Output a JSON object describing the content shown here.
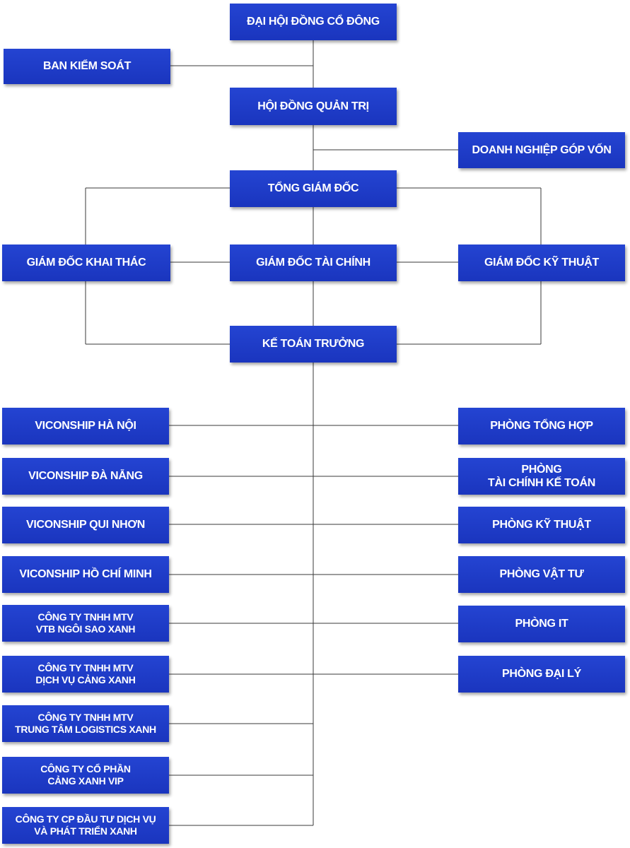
{
  "colors": {
    "box": "#1f3fcf",
    "text": "#ffffff",
    "line": "#3a3a3a"
  },
  "nodes": {
    "shareholders": "ĐẠI HỘI ĐỒNG CỔ ĐÔNG",
    "supervisory": "BAN KIỂM SOÁT",
    "board": "HỘI ĐỒNG QUẢN TRỊ",
    "investee": "DOANH NGHIỆP GÓP VỐN",
    "ceo": "TỔNG GIÁM ĐỐC",
    "operations_director": "GIÁM ĐỐC KHAI THÁC",
    "finance_director": "GIÁM ĐỐC TÀI CHÍNH",
    "technical_director": "GIÁM ĐỐC KỸ THUẬT",
    "chief_accountant": "KẾ TOÁN TRƯỞNG"
  },
  "branches": [
    "VICONSHIP HÀ NỘI",
    "VICONSHIP ĐÀ NẴNG",
    "VICONSHIP QUI NHƠN",
    "VICONSHIP HỒ CHÍ MINH",
    "CÔNG TY TNHH MTV\nVTB NGÔI SAO XANH",
    "CÔNG TY TNHH MTV\nDỊCH VỤ CẢNG XANH",
    "CÔNG TY TNHH MTV\nTRUNG TÂM LOGISTICS XANH",
    "CÔNG TY CỔ PHẦN\nCẢNG XANH VIP",
    "CÔNG TY CP ĐẦU TƯ DỊCH VỤ\nVÀ PHÁT TRIỂN XANH"
  ],
  "departments": [
    "PHÒNG TỔNG HỢP",
    "PHÒNG\nTÀI CHÍNH KẾ TOÁN",
    "PHÒNG KỸ THUẬT",
    "PHÒNG VẬT TƯ",
    "PHÒNG IT",
    "PHÒNG ĐẠI LÝ"
  ]
}
